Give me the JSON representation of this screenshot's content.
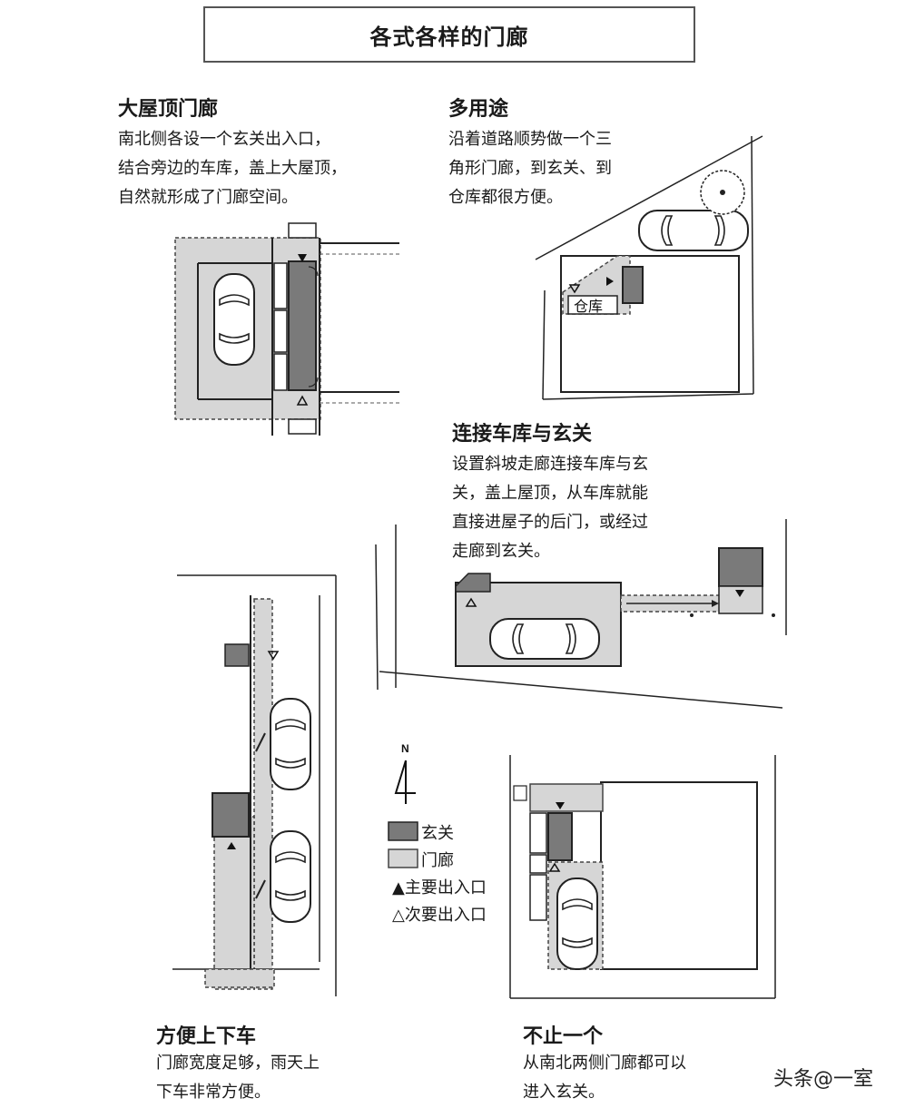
{
  "title": "各式各样的门廊",
  "sections": {
    "big_roof": {
      "heading": "大屋顶门廊",
      "lines": [
        "南北侧各设一个玄关出入口，",
        "结合旁边的车库，盖上大屋顶，",
        "自然就形成了门廊空间。"
      ]
    },
    "multi_use": {
      "heading": "多用途",
      "lines": [
        "沿着道路顺势做一个三",
        "角形门廊，到玄关、到",
        "仓库都很方便。"
      ],
      "storage_label": "仓库"
    },
    "connect": {
      "heading": "连接车库与玄关",
      "lines": [
        "设置斜坡走廊连接车库与玄",
        "关，盖上屋顶，从车库就能",
        "直接进屋子的后门，或经过",
        "走廊到玄关。"
      ]
    },
    "convenient": {
      "heading": "方便上下车",
      "lines": [
        "门廊宽度足够，雨天上",
        "下车非常方便。"
      ]
    },
    "multiple": {
      "heading": "不止一个",
      "lines": [
        "从南北两侧门廊都可以",
        "进入玄关。"
      ]
    }
  },
  "legend": {
    "north": "N",
    "entrance": "玄关",
    "porch": "门廊",
    "main_entry": "▲主要出入口",
    "secondary_entry": "△次要出入口",
    "entrance_color": "#7a7a7a",
    "porch_color": "#d6d6d6"
  },
  "watermark": "头条@一室"
}
